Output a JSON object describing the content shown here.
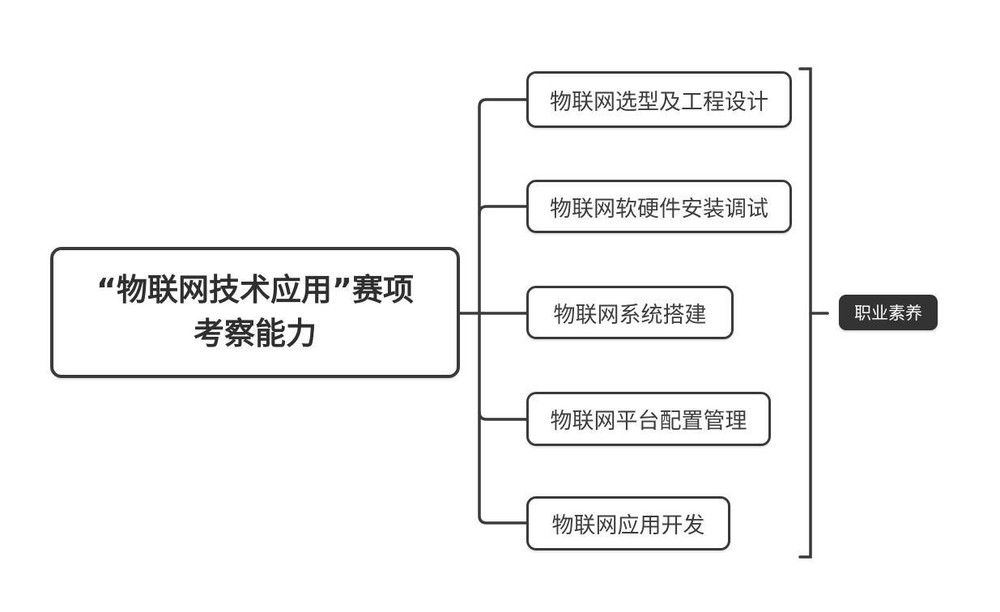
{
  "diagram": {
    "type": "mindmap",
    "root": {
      "line1": "“物联网技术应用”赛项",
      "line2": "考察能力"
    },
    "branches": [
      {
        "label": "物联网选型及工程设计"
      },
      {
        "label": "物联网软硬件安装调试"
      },
      {
        "label": "物联网系统搭建"
      },
      {
        "label": "物联网平台配置管理"
      },
      {
        "label": "物联网应用开发"
      }
    ],
    "badge": {
      "label": "职业素养"
    },
    "colors": {
      "line": "#3a3a3a",
      "node_border": "#3a3a3a",
      "node_text": "#3d3d3d",
      "root_text": "#2f2f2f",
      "badge_bg": "#333333",
      "badge_text": "#ffffff",
      "background": "#ffffff"
    }
  }
}
